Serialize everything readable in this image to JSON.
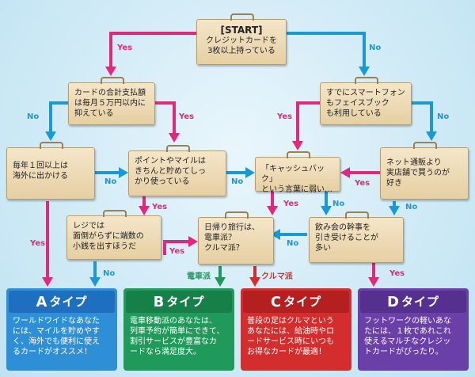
{
  "labels": {
    "yes": "Yes",
    "no": "No"
  },
  "nodes": {
    "start": {
      "title": "[START]",
      "text": "クレジットカードを\n3枚以上持っている"
    },
    "q_monthly": {
      "text": "カードの合計支払額\nは毎月５万円以内に\n抑えている"
    },
    "q_smartphone": {
      "text": "すでにスマートフォン\nもフェイスブック\nも利用している"
    },
    "q_overseas": {
      "text": "毎年１回以上は\n海外に出かける"
    },
    "q_points": {
      "text": "ポイントやマイルは\nきちんと貯めてしっ\nかり使っている"
    },
    "q_cashback": {
      "text": "「キャッシュバック」\nという言葉に弱い…"
    },
    "q_netshop": {
      "text": "ネット通販より\n実店舗で買うのが\n好き"
    },
    "q_register": {
      "text": "レジでは\n面倒がらずに端数の\n小銭を出すほうだ"
    },
    "q_daytrip": {
      "text": "日帰り旅行は、\n電車派？\nクルマ派？"
    },
    "q_party": {
      "text": "飲み会の幹事を\n引き受けることが\n多い"
    }
  },
  "branches": {
    "train": "電車派",
    "car": "クルマ派"
  },
  "results": [
    {
      "letter": "A",
      "suffix": "タイプ",
      "text": "ワールドワイドなあなた\nには、マイルを貯めやす\nく、海外でも便利に使え\nるカードがオススメ！",
      "color": "#2f8fd6",
      "title_color": "#1f6fc0"
    },
    {
      "letter": "B",
      "suffix": "タイプ",
      "text": "電車移動派のあなたは、\n列車予約が簡単にできて、\n割引サービスが豊富なカ\nードなら満足度大。",
      "color": "#1f9a5a",
      "title_color": "#168048"
    },
    {
      "letter": "C",
      "suffix": "タイプ",
      "text": "普段の足はクルマという\nあなたには、給油時やロ\nードサービス時にいつも\nお得なカードが最適！",
      "color": "#d42d2d",
      "title_color": "#b41f1f"
    },
    {
      "letter": "D",
      "suffix": "タイプ",
      "text": "フットワークの軽いあな\nたには、１枚であれこれ\n使えるマルチなクレジッ\nトカードがぴったり。",
      "color": "#6a3fa8",
      "title_color": "#56308f"
    }
  ]
}
